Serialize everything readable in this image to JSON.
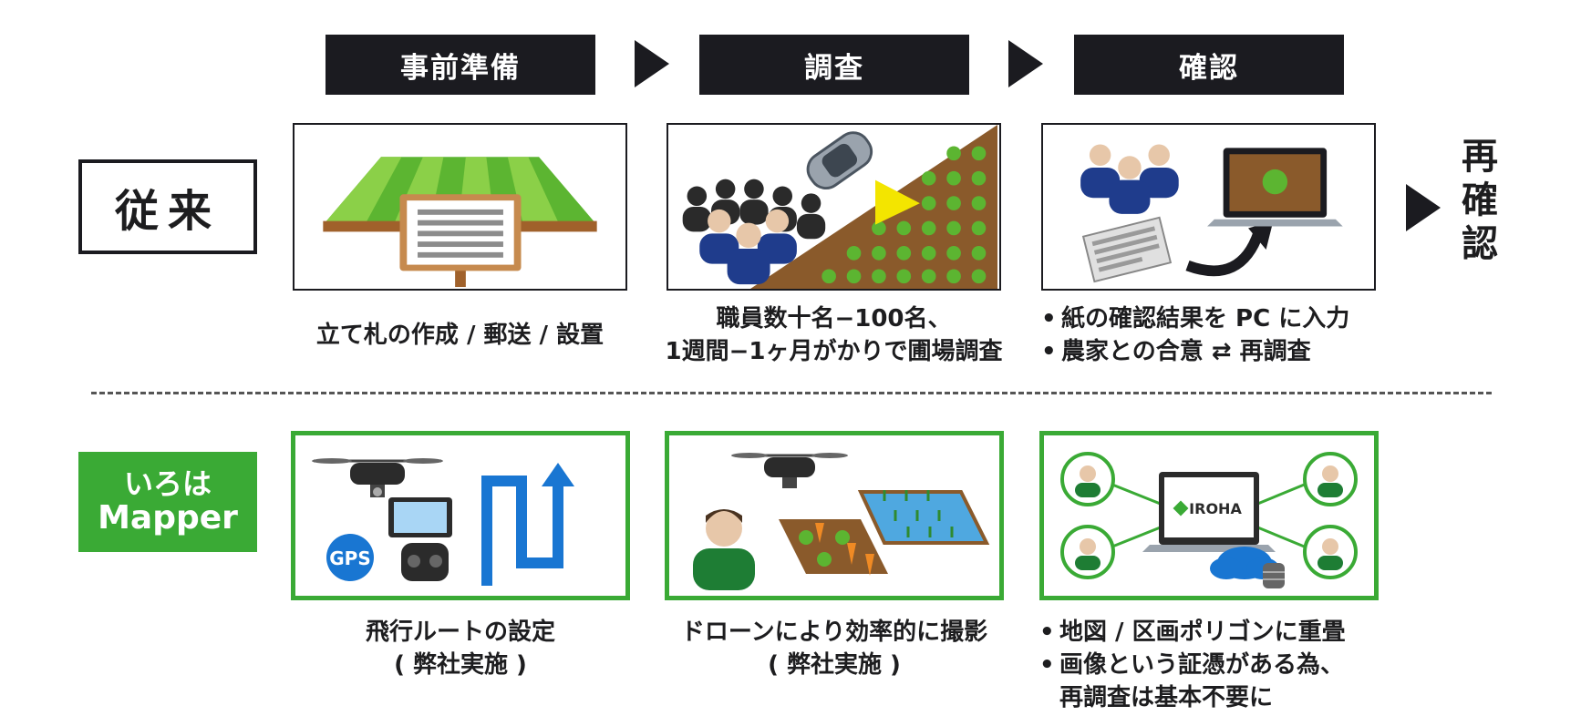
{
  "stages": [
    {
      "label": "事前準備"
    },
    {
      "label": "調査"
    },
    {
      "label": "確認"
    }
  ],
  "rows": {
    "conventional": {
      "label": "従来",
      "captions": [
        {
          "lines": [
            "立て札の作成 / 郵送 / 設置"
          ]
        },
        {
          "lines": [
            "職員数十名−100名、",
            "1週間−1ヶ月がかりで圃場調査"
          ]
        },
        {
          "bullets": [
            "紙の確認結果を PC に入力",
            "農家との合意 ⇄ 再調査"
          ]
        }
      ],
      "extra": {
        "chars": [
          "再",
          "確",
          "認"
        ]
      }
    },
    "mapper": {
      "label_line1": "いろは",
      "label_line2": "Mapper",
      "captions": [
        {
          "lines": [
            "飛行ルートの設定",
            "( 弊社実施 )"
          ]
        },
        {
          "lines": [
            "ドローンにより効率的に撮影",
            "( 弊社実施 )"
          ]
        },
        {
          "bullets": [
            "地図 / 区画ポリゴンに重畳",
            "画像という証憑がある為、"
          ],
          "continuation": "再調査は基本不要に"
        }
      ],
      "gps_label": "GPS",
      "iroha_label": "IROHA"
    }
  },
  "bullet_char": "•",
  "colors": {
    "dark": "#1b1b20",
    "green": "#3aaa35",
    "field_green": "#5cb531",
    "soil": "#8a5a2b",
    "uniform_blue": "#1f3c8c",
    "blue_route": "#1976d2",
    "drone_dark": "#2b2b2b"
  },
  "icons": [
    "field-sign-icon",
    "surveyors-car-field-icon",
    "paper-to-pc-icon",
    "drone-gps-route-icon",
    "drone-photographing-field-icon",
    "iroha-cloud-network-icon"
  ]
}
